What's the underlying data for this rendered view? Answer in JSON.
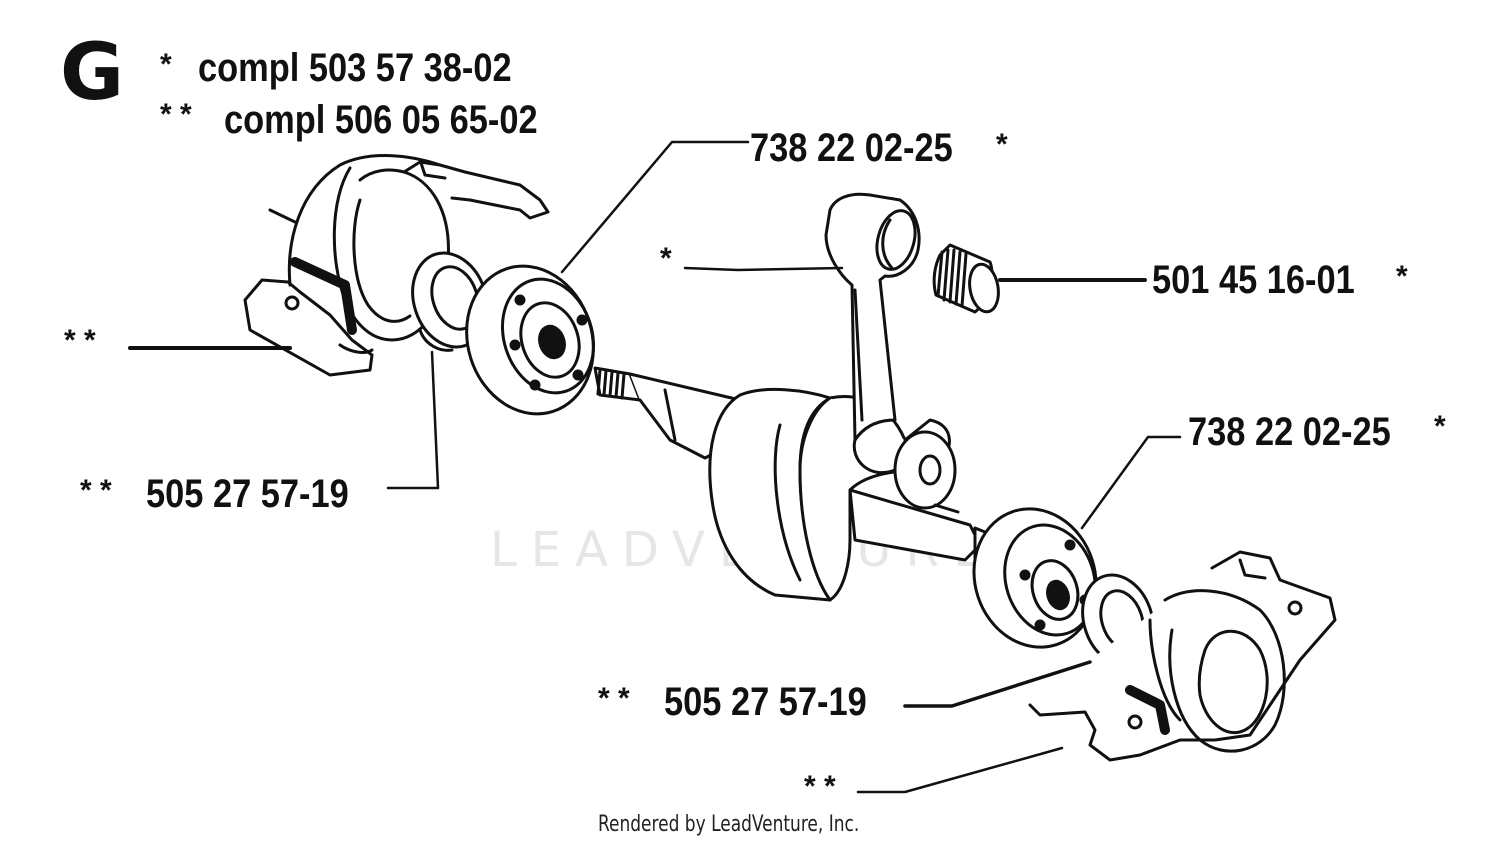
{
  "diagram": {
    "section": "G",
    "kits": [
      {
        "marker": "*",
        "label": "compl 503 57 38-02"
      },
      {
        "marker": "* *",
        "label": "compl 506 05 65-02"
      }
    ],
    "callouts": {
      "bearing_top": {
        "part": "738 22 02-25",
        "marker": "*"
      },
      "needle_bearing": {
        "part": "501 45 16-01",
        "marker": "*"
      },
      "bearing_bottom": {
        "part": "738 22 02-25",
        "marker": "*"
      },
      "seal_left": {
        "marker": "* *",
        "part": "505 27 57-19"
      },
      "seal_right": {
        "marker": "* *",
        "part": "505 27 57-19"
      },
      "housing_left": {
        "marker": "* *"
      },
      "housing_right": {
        "marker": "* *"
      },
      "connecting_rod": {
        "marker": "*"
      }
    },
    "watermark": "LEADVENTURE",
    "footer": "Rendered by LeadVenture, Inc."
  }
}
